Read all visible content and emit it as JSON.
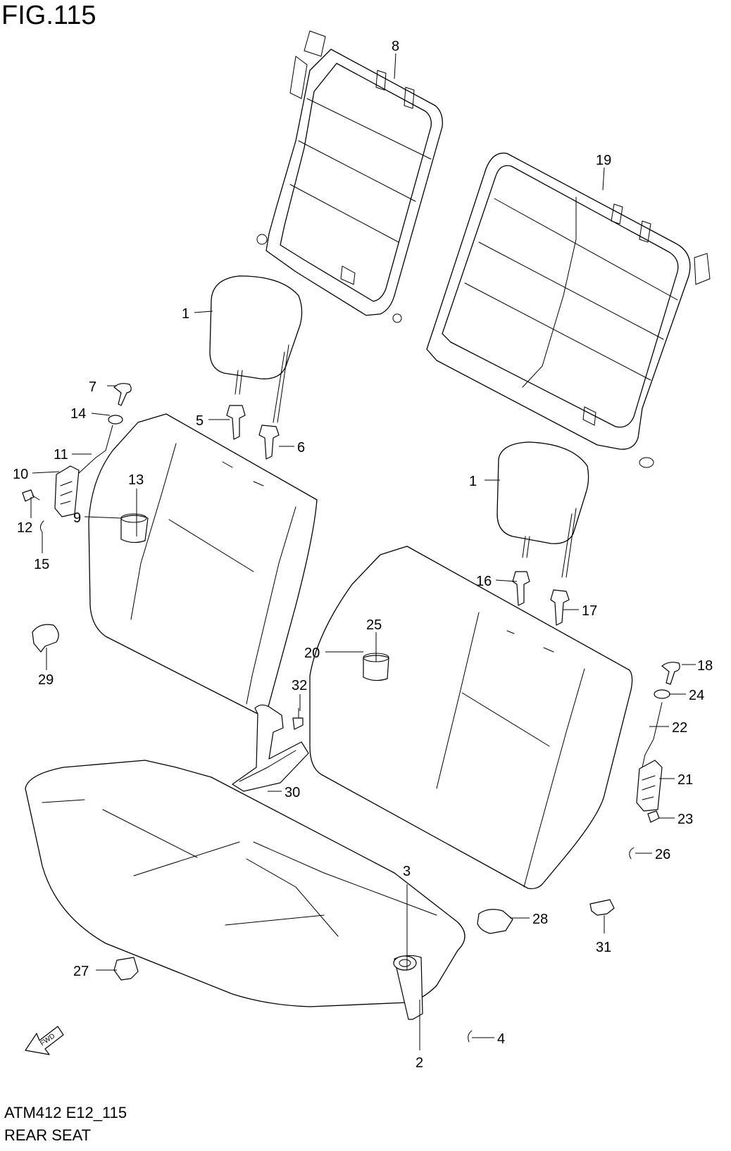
{
  "figure": {
    "title": "FIG.115",
    "code": "ATM412 E12_115",
    "caption": "REAR SEAT",
    "fwd_label": "FWD"
  },
  "callouts": [
    {
      "id": "c8",
      "label": "8"
    },
    {
      "id": "c19",
      "label": "19"
    },
    {
      "id": "c1a",
      "label": "1"
    },
    {
      "id": "c7",
      "label": "7"
    },
    {
      "id": "c14",
      "label": "14"
    },
    {
      "id": "c5",
      "label": "5"
    },
    {
      "id": "c6",
      "label": "6"
    },
    {
      "id": "c11",
      "label": "11"
    },
    {
      "id": "c10",
      "label": "10"
    },
    {
      "id": "c13",
      "label": "13"
    },
    {
      "id": "c9",
      "label": "9"
    },
    {
      "id": "c12",
      "label": "12"
    },
    {
      "id": "c15",
      "label": "15"
    },
    {
      "id": "c1b",
      "label": "1"
    },
    {
      "id": "c16",
      "label": "16"
    },
    {
      "id": "c17",
      "label": "17"
    },
    {
      "id": "c25",
      "label": "25"
    },
    {
      "id": "c20",
      "label": "20"
    },
    {
      "id": "c29",
      "label": "29"
    },
    {
      "id": "c32",
      "label": "32"
    },
    {
      "id": "c18",
      "label": "18"
    },
    {
      "id": "c24",
      "label": "24"
    },
    {
      "id": "c22",
      "label": "22"
    },
    {
      "id": "c21",
      "label": "21"
    },
    {
      "id": "c30",
      "label": "30"
    },
    {
      "id": "c23",
      "label": "23"
    },
    {
      "id": "c26",
      "label": "26"
    },
    {
      "id": "c3",
      "label": "3"
    },
    {
      "id": "c28",
      "label": "28"
    },
    {
      "id": "c31",
      "label": "31"
    },
    {
      "id": "c27",
      "label": "27"
    },
    {
      "id": "c4",
      "label": "4"
    },
    {
      "id": "c2",
      "label": "2"
    }
  ]
}
